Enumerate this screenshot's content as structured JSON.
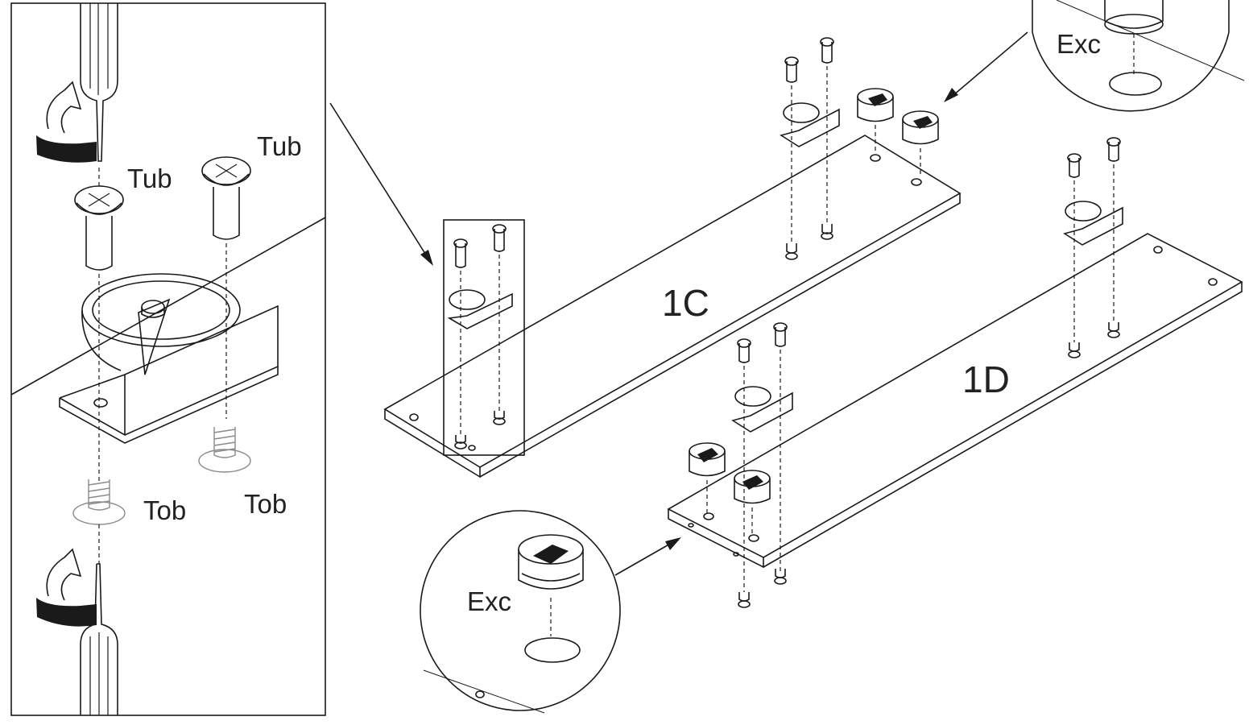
{
  "labels": {
    "tub_1": "Tub",
    "tub_2": "Tub",
    "tob_1": "Tob",
    "tob_2": "Tob",
    "panel_1c": "1C",
    "panel_1d": "1D",
    "exc_top": "Exc",
    "exc_bottom": "Exc"
  },
  "colors": {
    "line": "#1a1a1a",
    "grey_part": "#8a8a8a",
    "background": "#ffffff"
  }
}
